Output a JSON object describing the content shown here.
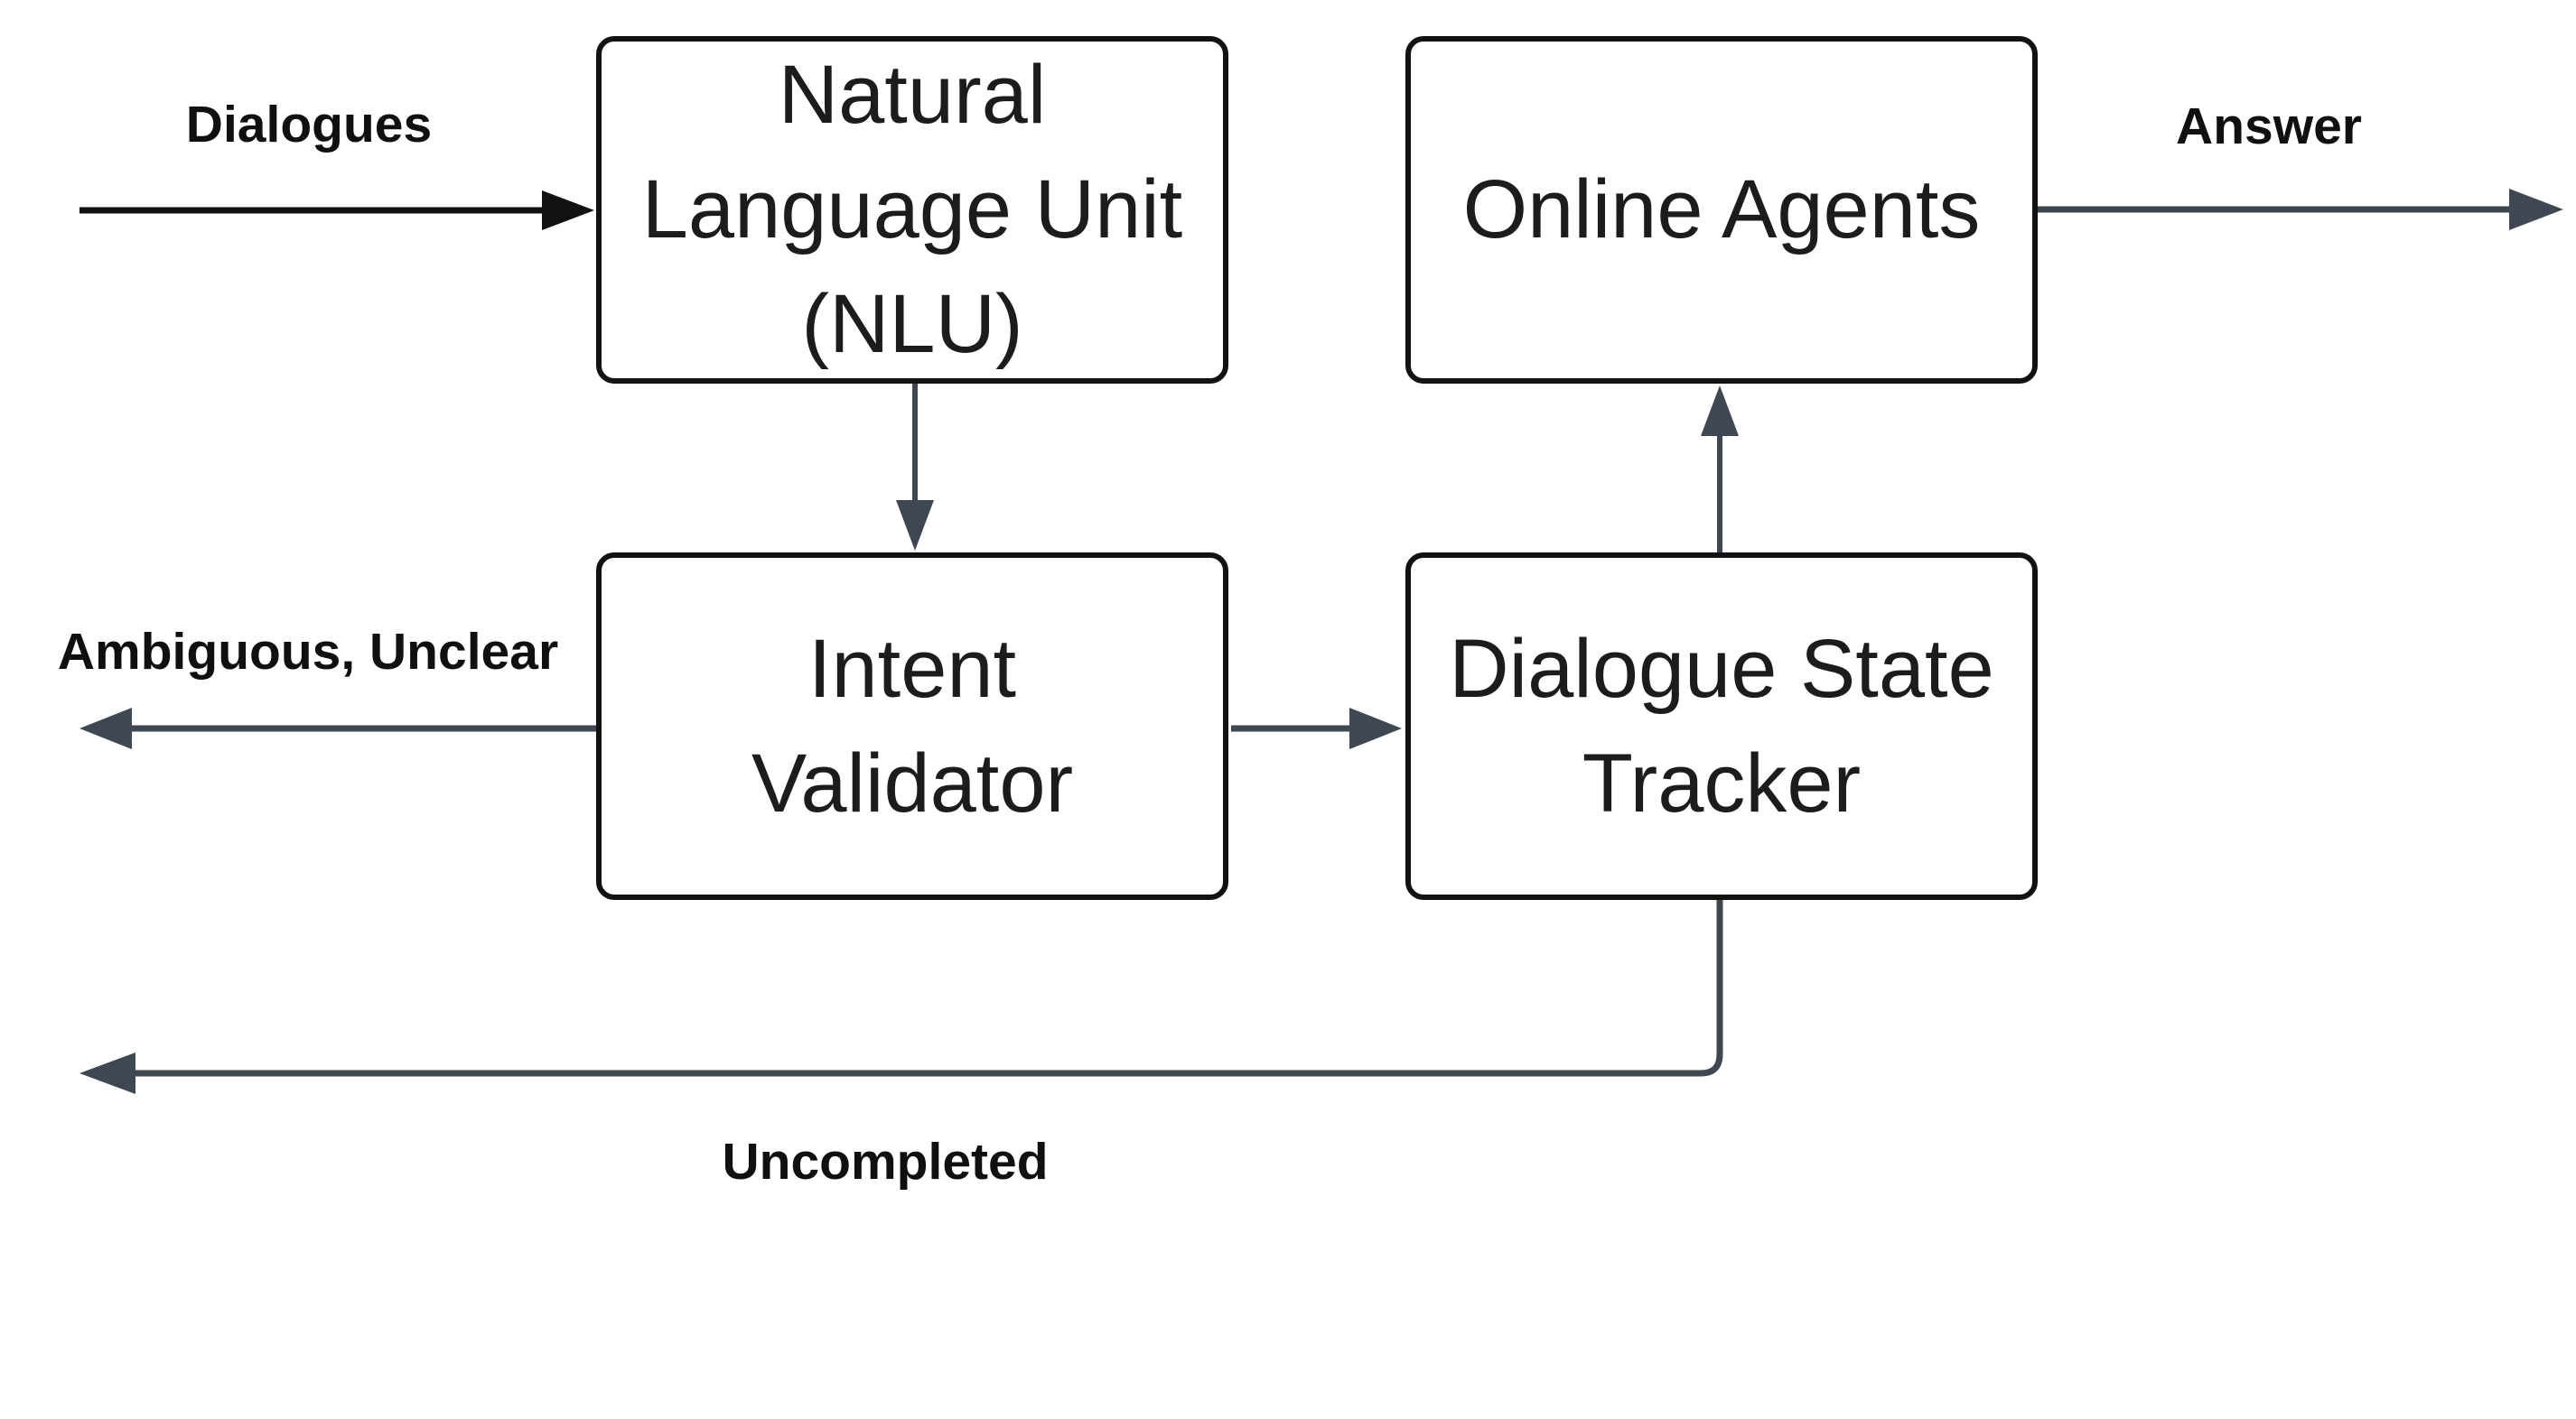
{
  "diagram": {
    "type": "flowchart",
    "nodes": [
      {
        "id": "nlu",
        "label": "Natural Language Unit (NLU)"
      },
      {
        "id": "online-agents",
        "label": "Online Agents"
      },
      {
        "id": "intent-validator",
        "label": "Intent Validator"
      },
      {
        "id": "dialogue-state-tracker",
        "label": "Dialogue State Tracker"
      }
    ],
    "edge_labels": [
      {
        "id": "dialogues",
        "text": "Dialogues"
      },
      {
        "id": "answer",
        "text": "Answer"
      },
      {
        "id": "ambiguous-unclear",
        "text": "Ambiguous, Unclear"
      },
      {
        "id": "uncompleted",
        "text": "Uncompleted"
      }
    ],
    "edges": [
      {
        "from": "external-input",
        "to": "nlu",
        "label": "Dialogues"
      },
      {
        "from": "nlu",
        "to": "intent-validator",
        "label": ""
      },
      {
        "from": "intent-validator",
        "to": "external-left",
        "label": "Ambiguous, Unclear"
      },
      {
        "from": "intent-validator",
        "to": "dialogue-state-tracker",
        "label": ""
      },
      {
        "from": "dialogue-state-tracker",
        "to": "online-agents",
        "label": ""
      },
      {
        "from": "online-agents",
        "to": "external-right",
        "label": "Answer"
      },
      {
        "from": "dialogue-state-tracker",
        "to": "external-left",
        "label": "Uncompleted"
      }
    ],
    "colors": {
      "background": "#ffffff",
      "node_fill": "#ffffff",
      "node_border": "#121212",
      "node_text": "#1c1c1c",
      "label_text": "#101010",
      "arrow_black": "#111111",
      "arrow_slate": "#3f4753"
    }
  }
}
